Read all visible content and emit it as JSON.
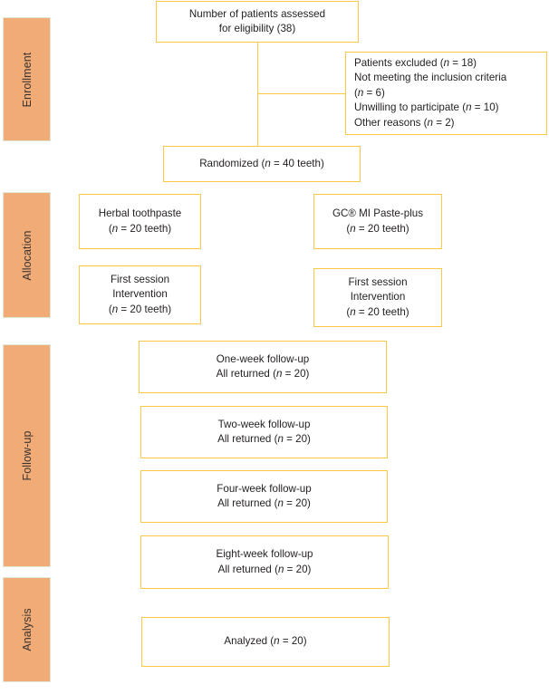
{
  "diagram": {
    "title": "CONSORT participant flow diagram",
    "accent_box_border": "#fac846",
    "phase_bar_color": "#f0ab76",
    "background": "#ffffff",
    "text_color": "#231f20"
  },
  "phases": [
    {
      "label": "Enrollment"
    },
    {
      "label": "Allocation"
    },
    {
      "label": "Follow-up"
    },
    {
      "label": "Analysis"
    }
  ],
  "boxes": {
    "assessed": {
      "line1": "Number of patients assessed",
      "line2": "for eligibility (38)"
    },
    "excluded": {
      "line1_pre": "Patients excluded (",
      "line1_n": "n",
      "line1_post": " = 18)",
      "line2": "Not meeting the inclusion criteria",
      "line3_pre": "(",
      "line3_n": "n",
      "line3_post": " = 6)",
      "line4_pre": "Unwilling to participate (",
      "line4_n": "n",
      "line4_post": " = 10)",
      "line5_pre": "Other reasons (",
      "line5_n": "n",
      "line5_post": " = 2)"
    },
    "randomized": {
      "pre": "Randomized (",
      "n": "n",
      "post": " = 40 teeth)"
    },
    "arm_left": {
      "line1": "Herbal toothpaste",
      "line2_pre": "(",
      "line2_n": "n",
      "line2_post": " = 20 teeth)"
    },
    "arm_right": {
      "line1": "GC® MI Paste-plus",
      "line2_pre": "(",
      "line2_n": "n",
      "line2_post": " = 20 teeth)"
    },
    "intervention_left": {
      "line1": "First session",
      "line2": "Intervention",
      "line3_pre": "(",
      "line3_n": "n",
      "line3_post": " = 20 teeth)"
    },
    "intervention_right": {
      "line1": "First session",
      "line2": "Intervention",
      "line3_pre": "(",
      "line3_n": "n",
      "line3_post": " = 20 teeth)"
    },
    "followup_1": {
      "line1": "One-week follow-up",
      "line2_pre": "All returned (",
      "line2_n": "n",
      "line2_post": " = 20)"
    },
    "followup_2": {
      "line1": "Two-week follow-up",
      "line2_pre": "All returned (",
      "line2_n": "n",
      "line2_post": " = 20)"
    },
    "followup_4": {
      "line1": "Four-week follow-up",
      "line2_pre": "All returned (",
      "line2_n": "n",
      "line2_post": " = 20)"
    },
    "followup_8": {
      "line1": "Eight-week follow-up",
      "line2_pre": "All returned (",
      "line2_n": "n",
      "line2_post": " = 20)"
    },
    "analyzed": {
      "pre": "Analyzed (",
      "n": "n",
      "post": " = 20)"
    }
  }
}
